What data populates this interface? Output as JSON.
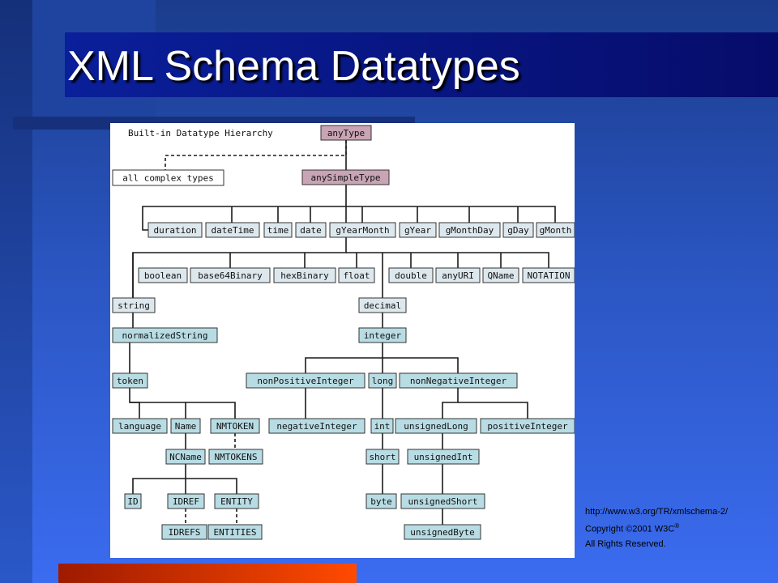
{
  "slide": {
    "title": "XML Schema Datatypes"
  },
  "diagram": {
    "heading": "Built-in Datatype Hierarchy",
    "colors": {
      "ur_type": "#c8a4b4",
      "primitive": "#dde8ee",
      "derived": "#b8dce4",
      "complex": "#ffffff"
    },
    "nodes": [
      {
        "id": "anyType",
        "label": "anyType",
        "kind": "ur_type"
      },
      {
        "id": "complex",
        "label": "all complex types",
        "kind": "complex"
      },
      {
        "id": "anySimpleType",
        "label": "anySimpleType",
        "kind": "ur_type"
      },
      {
        "id": "duration",
        "label": "duration",
        "kind": "primitive"
      },
      {
        "id": "dateTime",
        "label": "dateTime",
        "kind": "primitive"
      },
      {
        "id": "time",
        "label": "time",
        "kind": "primitive"
      },
      {
        "id": "date",
        "label": "date",
        "kind": "primitive"
      },
      {
        "id": "gYearMonth",
        "label": "gYearMonth",
        "kind": "primitive"
      },
      {
        "id": "gYear",
        "label": "gYear",
        "kind": "primitive"
      },
      {
        "id": "gMonthDay",
        "label": "gMonthDay",
        "kind": "primitive"
      },
      {
        "id": "gDay",
        "label": "gDay",
        "kind": "primitive"
      },
      {
        "id": "gMonth",
        "label": "gMonth",
        "kind": "primitive"
      },
      {
        "id": "boolean",
        "label": "boolean",
        "kind": "primitive"
      },
      {
        "id": "base64Binary",
        "label": "base64Binary",
        "kind": "primitive"
      },
      {
        "id": "hexBinary",
        "label": "hexBinary",
        "kind": "primitive"
      },
      {
        "id": "float",
        "label": "float",
        "kind": "primitive"
      },
      {
        "id": "double",
        "label": "double",
        "kind": "primitive"
      },
      {
        "id": "anyURI",
        "label": "anyURI",
        "kind": "primitive"
      },
      {
        "id": "QName",
        "label": "QName",
        "kind": "primitive"
      },
      {
        "id": "NOTATION",
        "label": "NOTATION",
        "kind": "primitive"
      },
      {
        "id": "string",
        "label": "string",
        "kind": "primitive"
      },
      {
        "id": "decimal",
        "label": "decimal",
        "kind": "primitive"
      },
      {
        "id": "normalizedString",
        "label": "normalizedString",
        "kind": "derived"
      },
      {
        "id": "integer",
        "label": "integer",
        "kind": "derived"
      },
      {
        "id": "token",
        "label": "token",
        "kind": "derived"
      },
      {
        "id": "nonPositiveInteger",
        "label": "nonPositiveInteger",
        "kind": "derived"
      },
      {
        "id": "long",
        "label": "long",
        "kind": "derived"
      },
      {
        "id": "nonNegativeInteger",
        "label": "nonNegativeInteger",
        "kind": "derived"
      },
      {
        "id": "language",
        "label": "language",
        "kind": "derived"
      },
      {
        "id": "Name",
        "label": "Name",
        "kind": "derived"
      },
      {
        "id": "NMTOKEN",
        "label": "NMTOKEN",
        "kind": "derived"
      },
      {
        "id": "negativeInteger",
        "label": "negativeInteger",
        "kind": "derived"
      },
      {
        "id": "int",
        "label": "int",
        "kind": "derived"
      },
      {
        "id": "unsignedLong",
        "label": "unsignedLong",
        "kind": "derived"
      },
      {
        "id": "positiveInteger",
        "label": "positiveInteger",
        "kind": "derived"
      },
      {
        "id": "NCName",
        "label": "NCName",
        "kind": "derived"
      },
      {
        "id": "NMTOKENS",
        "label": "NMTOKENS",
        "kind": "derived"
      },
      {
        "id": "short",
        "label": "short",
        "kind": "derived"
      },
      {
        "id": "unsignedInt",
        "label": "unsignedInt",
        "kind": "derived"
      },
      {
        "id": "ID",
        "label": "ID",
        "kind": "derived"
      },
      {
        "id": "IDREF",
        "label": "IDREF",
        "kind": "derived"
      },
      {
        "id": "ENTITY",
        "label": "ENTITY",
        "kind": "derived"
      },
      {
        "id": "byte",
        "label": "byte",
        "kind": "derived"
      },
      {
        "id": "unsignedShort",
        "label": "unsignedShort",
        "kind": "derived"
      },
      {
        "id": "IDREFS",
        "label": "IDREFS",
        "kind": "derived"
      },
      {
        "id": "ENTITIES",
        "label": "ENTITIES",
        "kind": "derived"
      },
      {
        "id": "unsignedByte",
        "label": "unsignedByte",
        "kind": "derived"
      }
    ],
    "edges": [
      {
        "from": "anyType",
        "to": "complex",
        "style": "dashed"
      },
      {
        "from": "anyType",
        "to": "anySimpleType",
        "style": "solid"
      },
      {
        "from": "anySimpleType",
        "to": "duration",
        "style": "solid"
      },
      {
        "from": "anySimpleType",
        "to": "dateTime",
        "style": "solid"
      },
      {
        "from": "anySimpleType",
        "to": "time",
        "style": "solid"
      },
      {
        "from": "anySimpleType",
        "to": "date",
        "style": "solid"
      },
      {
        "from": "anySimpleType",
        "to": "gYearMonth",
        "style": "solid"
      },
      {
        "from": "anySimpleType",
        "to": "gYear",
        "style": "solid"
      },
      {
        "from": "anySimpleType",
        "to": "gMonthDay",
        "style": "solid"
      },
      {
        "from": "anySimpleType",
        "to": "gDay",
        "style": "solid"
      },
      {
        "from": "anySimpleType",
        "to": "gMonth",
        "style": "solid"
      },
      {
        "from": "anySimpleType",
        "to": "boolean",
        "style": "solid"
      },
      {
        "from": "anySimpleType",
        "to": "base64Binary",
        "style": "solid"
      },
      {
        "from": "anySimpleType",
        "to": "hexBinary",
        "style": "solid"
      },
      {
        "from": "anySimpleType",
        "to": "float",
        "style": "solid"
      },
      {
        "from": "anySimpleType",
        "to": "double",
        "style": "solid"
      },
      {
        "from": "anySimpleType",
        "to": "anyURI",
        "style": "solid"
      },
      {
        "from": "anySimpleType",
        "to": "QName",
        "style": "solid"
      },
      {
        "from": "anySimpleType",
        "to": "NOTATION",
        "style": "solid"
      },
      {
        "from": "anySimpleType",
        "to": "string",
        "style": "solid"
      },
      {
        "from": "anySimpleType",
        "to": "decimal",
        "style": "solid"
      },
      {
        "from": "string",
        "to": "normalizedString",
        "style": "solid"
      },
      {
        "from": "normalizedString",
        "to": "token",
        "style": "solid"
      },
      {
        "from": "token",
        "to": "language",
        "style": "solid"
      },
      {
        "from": "token",
        "to": "Name",
        "style": "solid"
      },
      {
        "from": "token",
        "to": "NMTOKEN",
        "style": "solid"
      },
      {
        "from": "Name",
        "to": "NCName",
        "style": "solid"
      },
      {
        "from": "NMTOKEN",
        "to": "NMTOKENS",
        "style": "dashed"
      },
      {
        "from": "NCName",
        "to": "ID",
        "style": "solid"
      },
      {
        "from": "NCName",
        "to": "IDREF",
        "style": "solid"
      },
      {
        "from": "NCName",
        "to": "ENTITY",
        "style": "solid"
      },
      {
        "from": "IDREF",
        "to": "IDREFS",
        "style": "dashed"
      },
      {
        "from": "ENTITY",
        "to": "ENTITIES",
        "style": "dashed"
      },
      {
        "from": "decimal",
        "to": "integer",
        "style": "solid"
      },
      {
        "from": "integer",
        "to": "nonPositiveInteger",
        "style": "solid"
      },
      {
        "from": "integer",
        "to": "long",
        "style": "solid"
      },
      {
        "from": "integer",
        "to": "nonNegativeInteger",
        "style": "solid"
      },
      {
        "from": "nonPositiveInteger",
        "to": "negativeInteger",
        "style": "solid"
      },
      {
        "from": "long",
        "to": "int",
        "style": "solid"
      },
      {
        "from": "int",
        "to": "short",
        "style": "solid"
      },
      {
        "from": "short",
        "to": "byte",
        "style": "solid"
      },
      {
        "from": "nonNegativeInteger",
        "to": "unsignedLong",
        "style": "solid"
      },
      {
        "from": "nonNegativeInteger",
        "to": "positiveInteger",
        "style": "solid"
      },
      {
        "from": "unsignedLong",
        "to": "unsignedInt",
        "style": "solid"
      },
      {
        "from": "unsignedInt",
        "to": "unsignedShort",
        "style": "solid"
      },
      {
        "from": "unsignedShort",
        "to": "unsignedByte",
        "style": "solid"
      }
    ]
  },
  "credits": {
    "url": "http://www.w3.org/TR/xmlschema-2/",
    "copyright": "Copyright ©2001 W3C",
    "registered_mark": "®",
    "rights": "All Rights Reserved."
  }
}
